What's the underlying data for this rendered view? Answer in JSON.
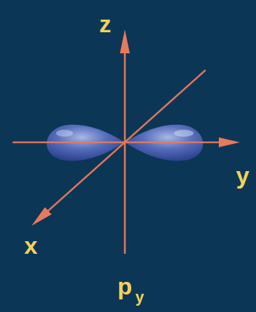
{
  "diagram": {
    "labels": [
      "z",
      "y",
      "x",
      "p",
      "y"
    ]
  }
}
